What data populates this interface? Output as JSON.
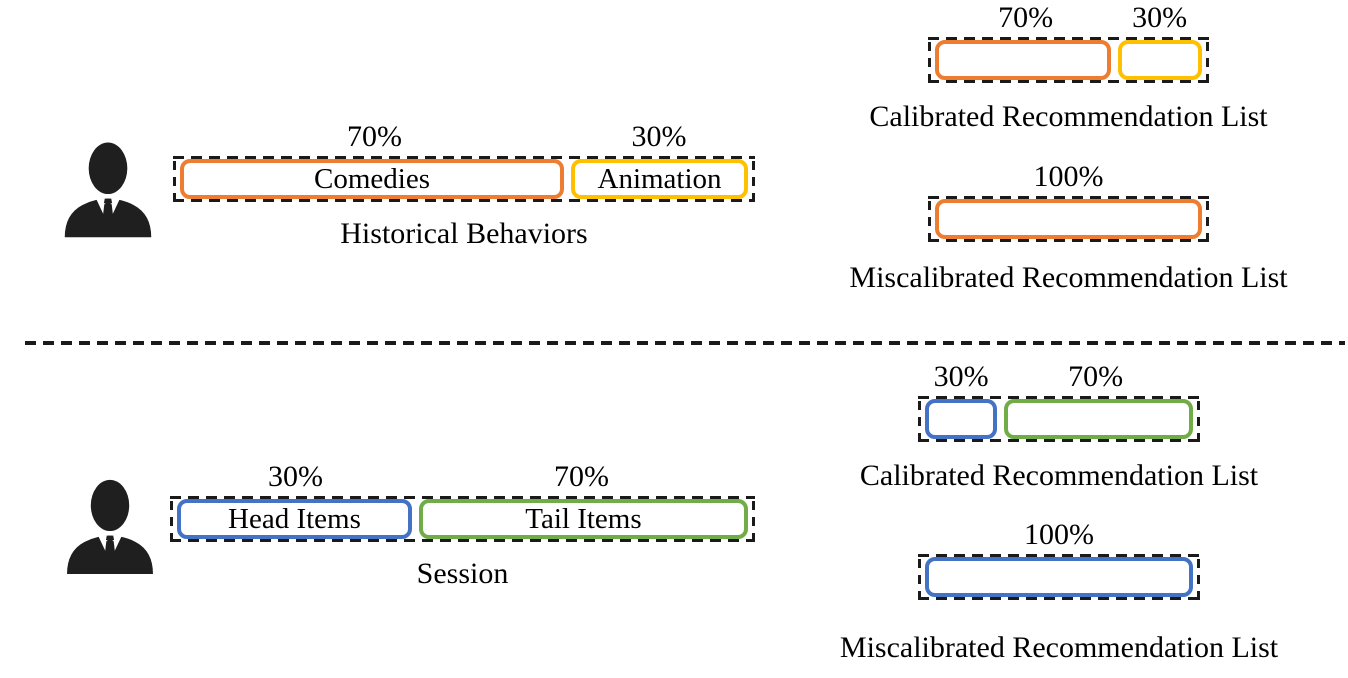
{
  "colors": {
    "orange": "#ED7D31",
    "yellow": "#FFC000",
    "blue": "#4472C4",
    "green": "#70AD47",
    "line": "#1A1A1A"
  },
  "top_row": {
    "history": {
      "caption": "Historical Behaviors",
      "segments": [
        {
          "label": "Comedies",
          "percent": "70%"
        },
        {
          "label": "Animation",
          "percent": "30%"
        }
      ]
    },
    "calibrated": {
      "caption": "Calibrated Recommendation List",
      "segments": [
        {
          "percent": "70%"
        },
        {
          "percent": "30%"
        }
      ]
    },
    "miscalibrated": {
      "caption": "Miscalibrated Recommendation List",
      "segments": [
        {
          "percent": "100%"
        }
      ]
    }
  },
  "bottom_row": {
    "session": {
      "caption": "Session",
      "segments": [
        {
          "label": "Head Items",
          "percent": "30%"
        },
        {
          "label": "Tail Items",
          "percent": "70%"
        }
      ]
    },
    "calibrated": {
      "caption": "Calibrated Recommendation List",
      "segments": [
        {
          "percent": "30%"
        },
        {
          "percent": "70%"
        }
      ]
    },
    "miscalibrated": {
      "caption": "Miscalibrated Recommendation List",
      "segments": [
        {
          "percent": "100%"
        }
      ]
    }
  }
}
